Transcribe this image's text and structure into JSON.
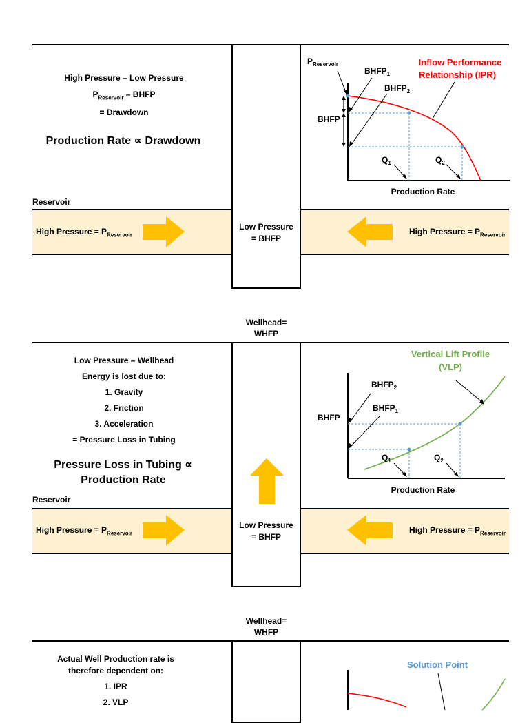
{
  "panel1": {
    "line1": "High Pressure – Low Pressure",
    "p_label": "P",
    "p_sub": "Reservoir",
    "line2_rest": " – BHFP",
    "line3": "= Drawdown",
    "headline": "Production Rate ∝ Drawdown",
    "reservoir_label": "Reservoir",
    "left_flow_prefix": "High Pressure = P",
    "left_flow_sub": "Reservoir",
    "center_line1": "Low Pressure",
    "center_line2": "= BHFP",
    "right_flow_prefix": "High Pressure = P",
    "right_flow_sub": "Reservoir",
    "chart": {
      "title_line1": "Inflow Performance",
      "title_line2": "Relationship (IPR)",
      "title_color": "#ff0000",
      "p_res_label": "P",
      "p_res_sub": "Reservoir",
      "bhfp1_label": "BHFP",
      "bhfp1_sub": "1",
      "bhfp2_label": "BHFP",
      "bhfp2_sub": "2",
      "y_label": "BHFP",
      "q1_label": "Q",
      "q1_sub": "1",
      "q2_label": "Q",
      "q2_sub": "2",
      "x_label": "Production Rate"
    }
  },
  "panel2": {
    "wellhead_line1": "Wellhead=",
    "wellhead_line2": "WHFP",
    "line1": "Low Pressure – Wellhead",
    "line2": "Energy is lost due to:",
    "item1": "1. Gravity",
    "item2": "2. Friction",
    "item3": "3. Acceleration",
    "line_result": "= Pressure Loss in Tubing",
    "headline1": "Pressure Loss in Tubing ∝",
    "headline2": "Production Rate",
    "reservoir_label": "Reservoir",
    "left_flow_prefix": "High Pressure = P",
    "left_flow_sub": "Reservoir",
    "center_line1": "Low Pressure",
    "center_line2": "= BHFP",
    "right_flow_prefix": "High Pressure = P",
    "right_flow_sub": "Reservoir",
    "chart": {
      "title_line1": "Vertical Lift Profile",
      "title_line2": "(VLP)",
      "title_color": "#70ad47",
      "bhfp2_label": "BHFP",
      "bhfp2_sub": "2",
      "bhfp1_label": "BHFP",
      "bhfp1_sub": "1",
      "y_label": "BHFP",
      "q1_label": "Q",
      "q1_sub": "1",
      "q2_label": "Q",
      "q2_sub": "2",
      "x_label": "Production Rate"
    }
  },
  "panel3": {
    "wellhead_line1": "Wellhead=",
    "wellhead_line2": "WHFP",
    "line1": "Actual Well Production rate is",
    "line2": "therefore dependent on:",
    "item1": "1. IPR",
    "item2": "2. VLP",
    "chart": {
      "title": "Solution Point",
      "title_color": "#5b9bd5"
    }
  },
  "colors": {
    "band": "#fdf1d1",
    "arrow": "#ffc000",
    "ipr": "#ff0000",
    "vlp": "#70ad47",
    "dot": "#5b9bd5",
    "guide": "#5b9bd5"
  }
}
